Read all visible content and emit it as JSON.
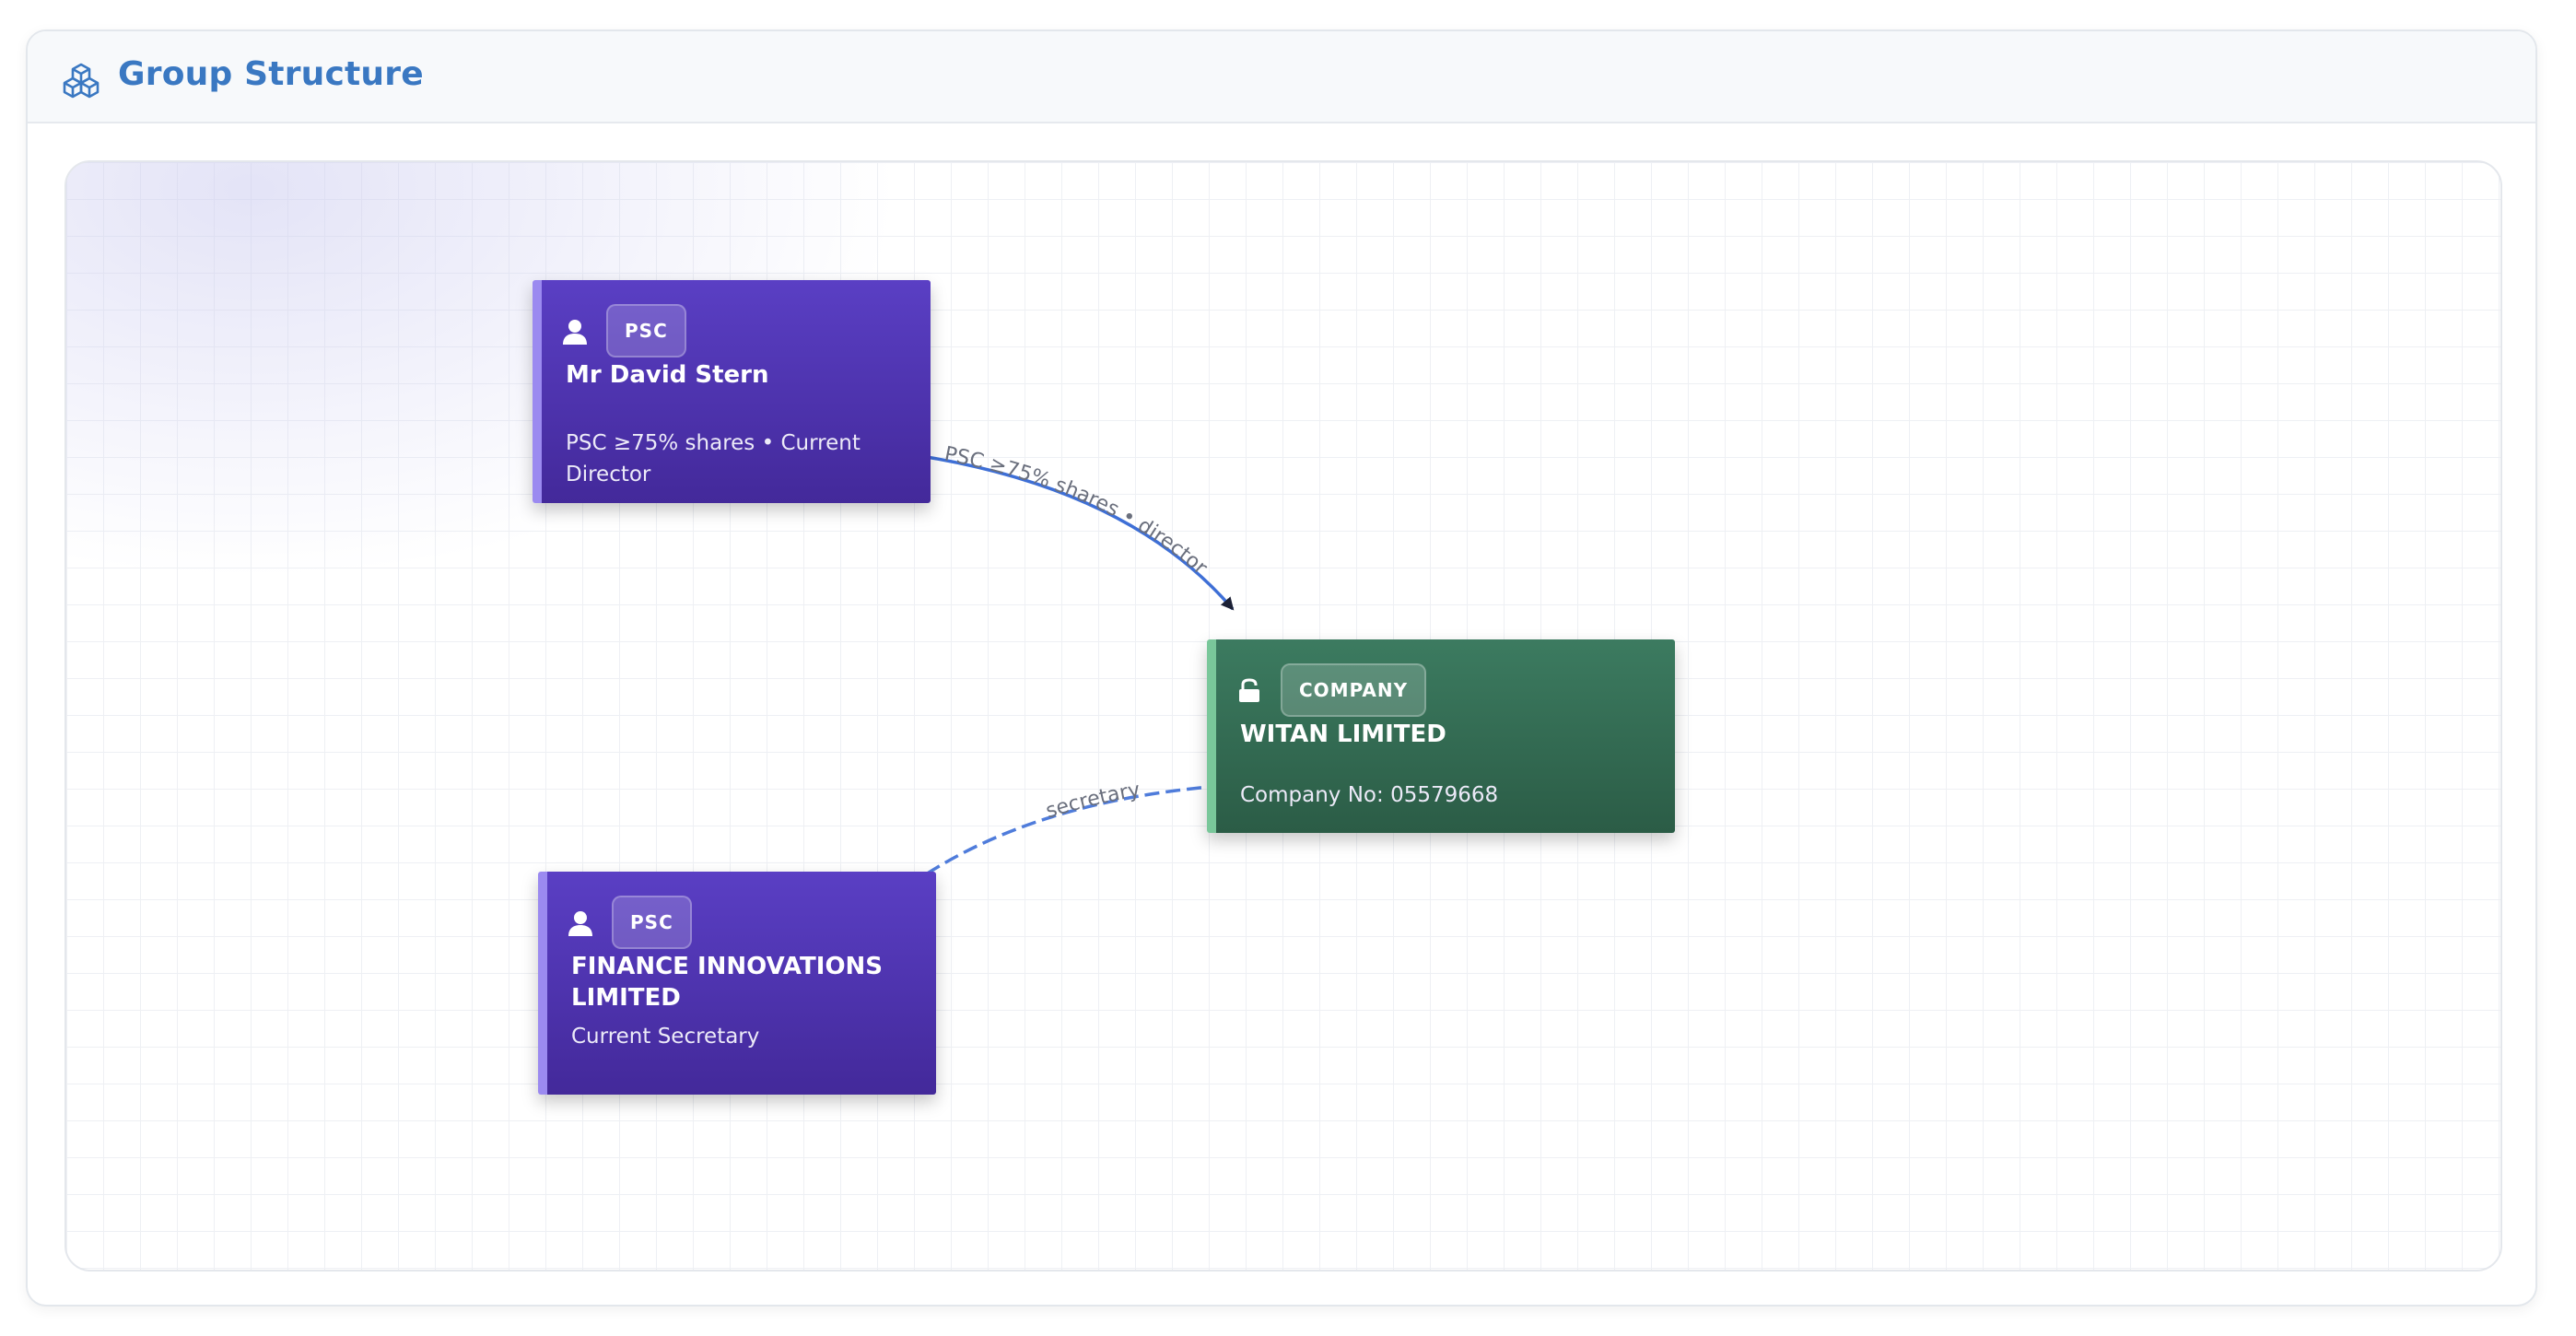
{
  "header": {
    "title": "Group Structure",
    "icon": "cubes-icon",
    "accent_color": "#3a78c2"
  },
  "nodes": [
    {
      "id": "n1",
      "kind": "psc",
      "badge": "PSC",
      "title": "Mr David Stern",
      "subtitle": "PSC ≥75% shares • Current Director",
      "icon": "person-icon",
      "color": "#5a3fc4"
    },
    {
      "id": "n2",
      "kind": "company",
      "badge": "COMPANY",
      "title": "WITAN LIMITED",
      "subtitle": "Company No: 05579668",
      "icon": "building-icon",
      "color": "#3c7b60"
    },
    {
      "id": "n3",
      "kind": "psc",
      "badge": "PSC",
      "title": "FINANCE INNOVATIONS LIMITED",
      "subtitle": "Current Secretary",
      "icon": "person-icon",
      "color": "#5a3fc4"
    }
  ],
  "edges": [
    {
      "from": "n1",
      "to": "n2",
      "label": "PSC ≥75% shares • director",
      "style": "solid"
    },
    {
      "from": "n3",
      "to": "n2",
      "label": "secretary",
      "style": "dashed"
    }
  ]
}
